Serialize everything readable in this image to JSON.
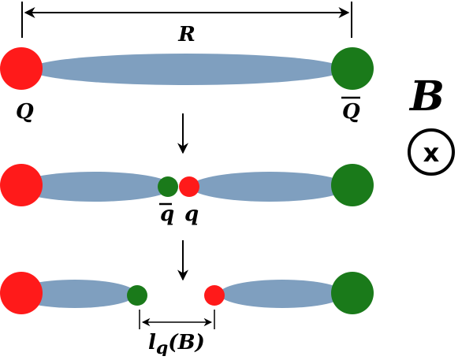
{
  "labels": {
    "separation": "R",
    "heavy_quark": "Q",
    "heavy_antiquark": "Q",
    "light_antiquark": "q",
    "light_quark": "q",
    "field": "B",
    "field_direction_symbol": "x",
    "breaking_length_main": "l",
    "breaking_length_sub": "q",
    "breaking_length_arg": "(B)"
  },
  "colors": {
    "quark": "#ff1a1a",
    "antiquark": "#1a7a1a",
    "flux_tube": "#7f9fbf",
    "line": "#000000"
  }
}
